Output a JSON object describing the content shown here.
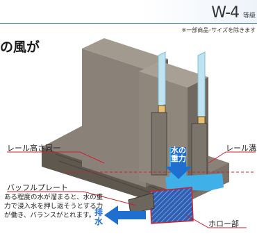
{
  "header": {
    "grade_label": "W-4",
    "grade_suffix": "等級",
    "note": "※一部商品･サイズを除きます"
  },
  "headline": "の風が",
  "callouts": {
    "rail_height": "レール高さ同一",
    "rail_right": "レール溝",
    "baffle_plate": "バッフルプレート",
    "hollow_part": "ホロー部"
  },
  "description": "ある程度の水が溜まると、水の重力で浸入水を押し返そうとする力が働き、バランスがとれます。",
  "inline_labels": {
    "water_gravity": "水の\n重力",
    "drain": "排\n水"
  },
  "colors": {
    "frame": "#8a8278",
    "frame_dark": "#5f584f",
    "glass": "#bfe3f0",
    "water": "#3fb0e8",
    "arrow_blue": "#1f6fd0",
    "red_line": "#d21f2b"
  }
}
